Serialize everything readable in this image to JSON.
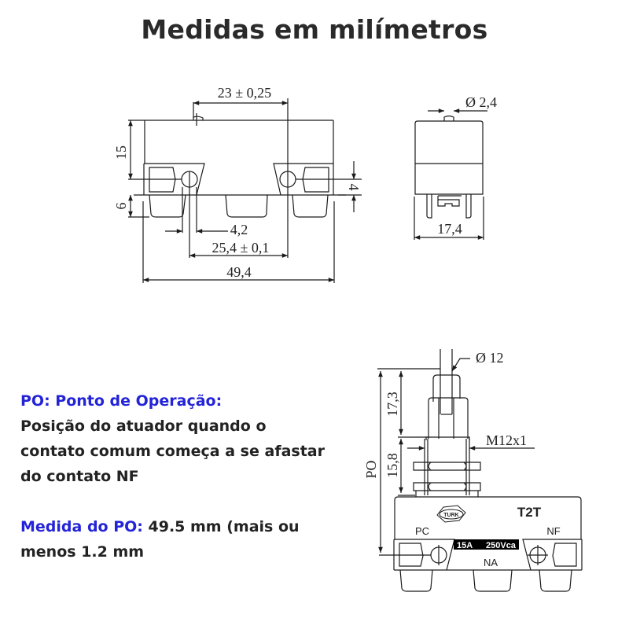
{
  "title": "Medidas em milímetros",
  "top_left_drawing": {
    "dimensions": {
      "top_spacing": "23 ± 0,25",
      "height_body": "15",
      "height_terminals": "6",
      "hole_offset": "4",
      "hole_diameter": "4,2",
      "hole_spacing": "25,4 ± 0,1",
      "total_width": "49,4"
    }
  },
  "top_right_drawing": {
    "dimensions": {
      "plunger_diameter": "Ø 2,4",
      "depth": "17,4"
    }
  },
  "bottom_right_drawing": {
    "dimensions": {
      "actuator_diameter": "Ø 12",
      "actuator_height": "17,3",
      "thread_height": "15,8",
      "thread": "M12x1",
      "operating_point": "PO"
    },
    "labels": {
      "model": "T2T",
      "brand": "TURK",
      "common": "PC",
      "normally_closed": "NF",
      "normally_open": "NA",
      "rating_current": "15A",
      "rating_voltage": "250Vca"
    }
  },
  "description": {
    "heading": "PO: Ponto de Operação:",
    "line1": "Posição do atuador quando o",
    "line2": "contato comum começa a se afastar",
    "line3": "do contato NF",
    "measure_label": "Medida do PO:",
    "measure_value": "49.5 mm (mais ou",
    "measure_line2": "menos 1.2 mm"
  },
  "colors": {
    "accent": "#2323d8",
    "text": "#222222",
    "line": "#1a1a1a"
  }
}
